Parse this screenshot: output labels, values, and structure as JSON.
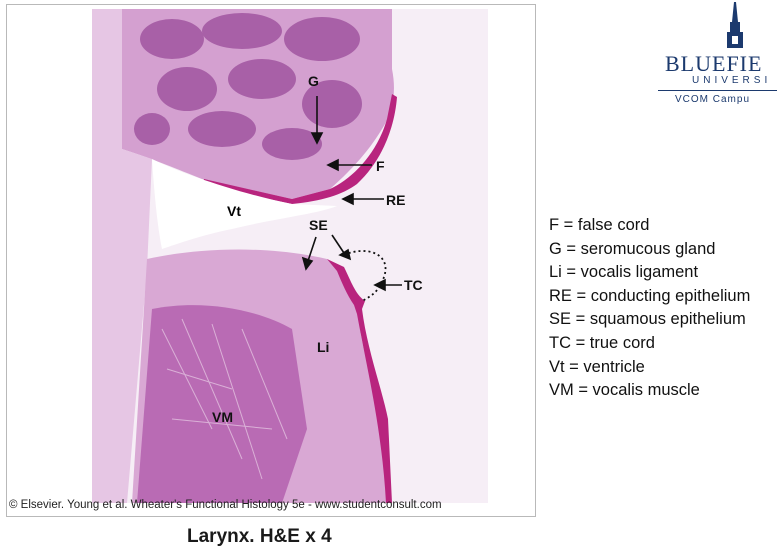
{
  "figure": {
    "labels": {
      "G": "G",
      "F": "F",
      "RE": "RE",
      "Vt": "Vt",
      "SE": "SE",
      "TC": "TC",
      "Li": "Li",
      "VM": "VM"
    },
    "copyright": "© Elsevier. Young et al. Wheater's Functional Histology 5e - www.studentconsult.com"
  },
  "caption": "Larynx.  H&E x 4",
  "legend": [
    "F = false cord",
    "G = seromucous gland",
    "Li = vocalis ligament",
    "RE = conducting epithelium",
    "SE = squamous epithelium",
    "TC = true cord",
    "Vt = ventricle",
    "VM = vocalis muscle"
  ],
  "logo": {
    "wordmark": "BLUEFIE",
    "sub": "UNIVERSI",
    "campus": "VCOM Campu"
  },
  "colors": {
    "tissue_light": "#d9a8d4",
    "tissue_mid": "#c47ec0",
    "tissue_dark": "#a84a9e",
    "epithelium": "#b8247e",
    "logo": "#1c3a6e"
  }
}
